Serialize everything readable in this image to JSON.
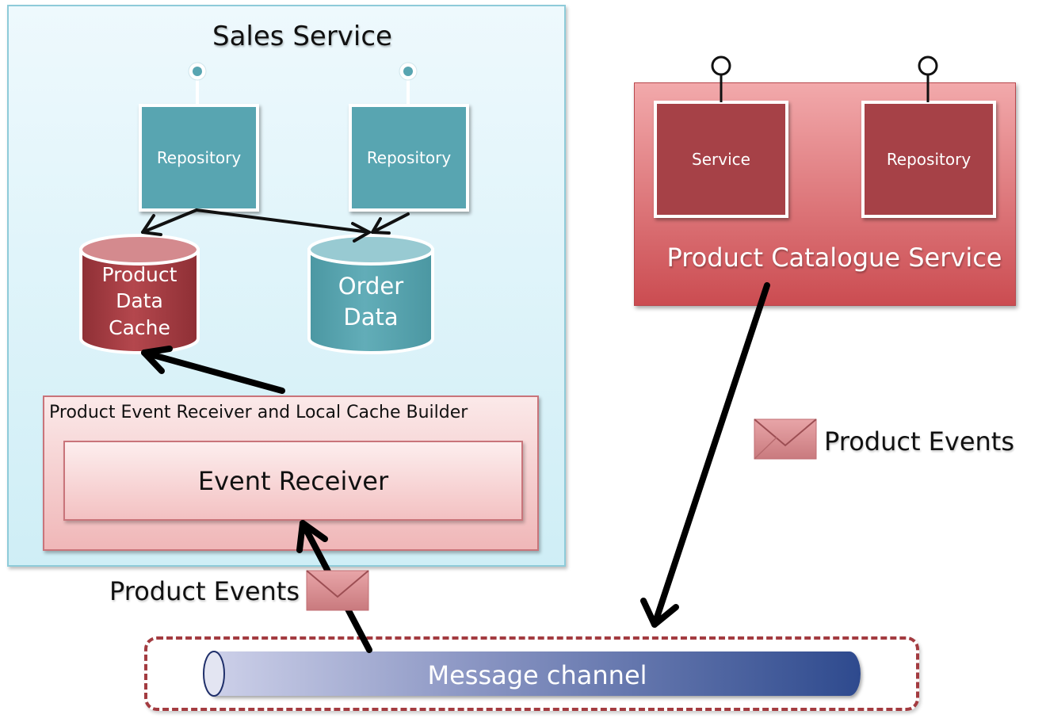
{
  "sales_service": {
    "title": "Sales Service",
    "repository_left": "Repository",
    "repository_right": "Repository",
    "product_cache": {
      "line1": "Product",
      "line2": "Data",
      "line3": "Cache"
    },
    "order_data": {
      "line1": "Order",
      "line2": "Data"
    },
    "cache_builder_label": "Product Event Receiver and Local Cache Builder",
    "event_receiver_label": "Event Receiver"
  },
  "catalogue_service": {
    "title": "Product Catalogue Service",
    "service_label": "Service",
    "repository_label": "Repository"
  },
  "events": {
    "label_right": "Product Events",
    "label_left": "Product Events"
  },
  "channel": {
    "label": "Message channel"
  },
  "colors": {
    "teal": "#58a5b1",
    "red": "#a64147",
    "channel_dark": "#2e4a8e",
    "frame_dash": "#a33b40"
  }
}
